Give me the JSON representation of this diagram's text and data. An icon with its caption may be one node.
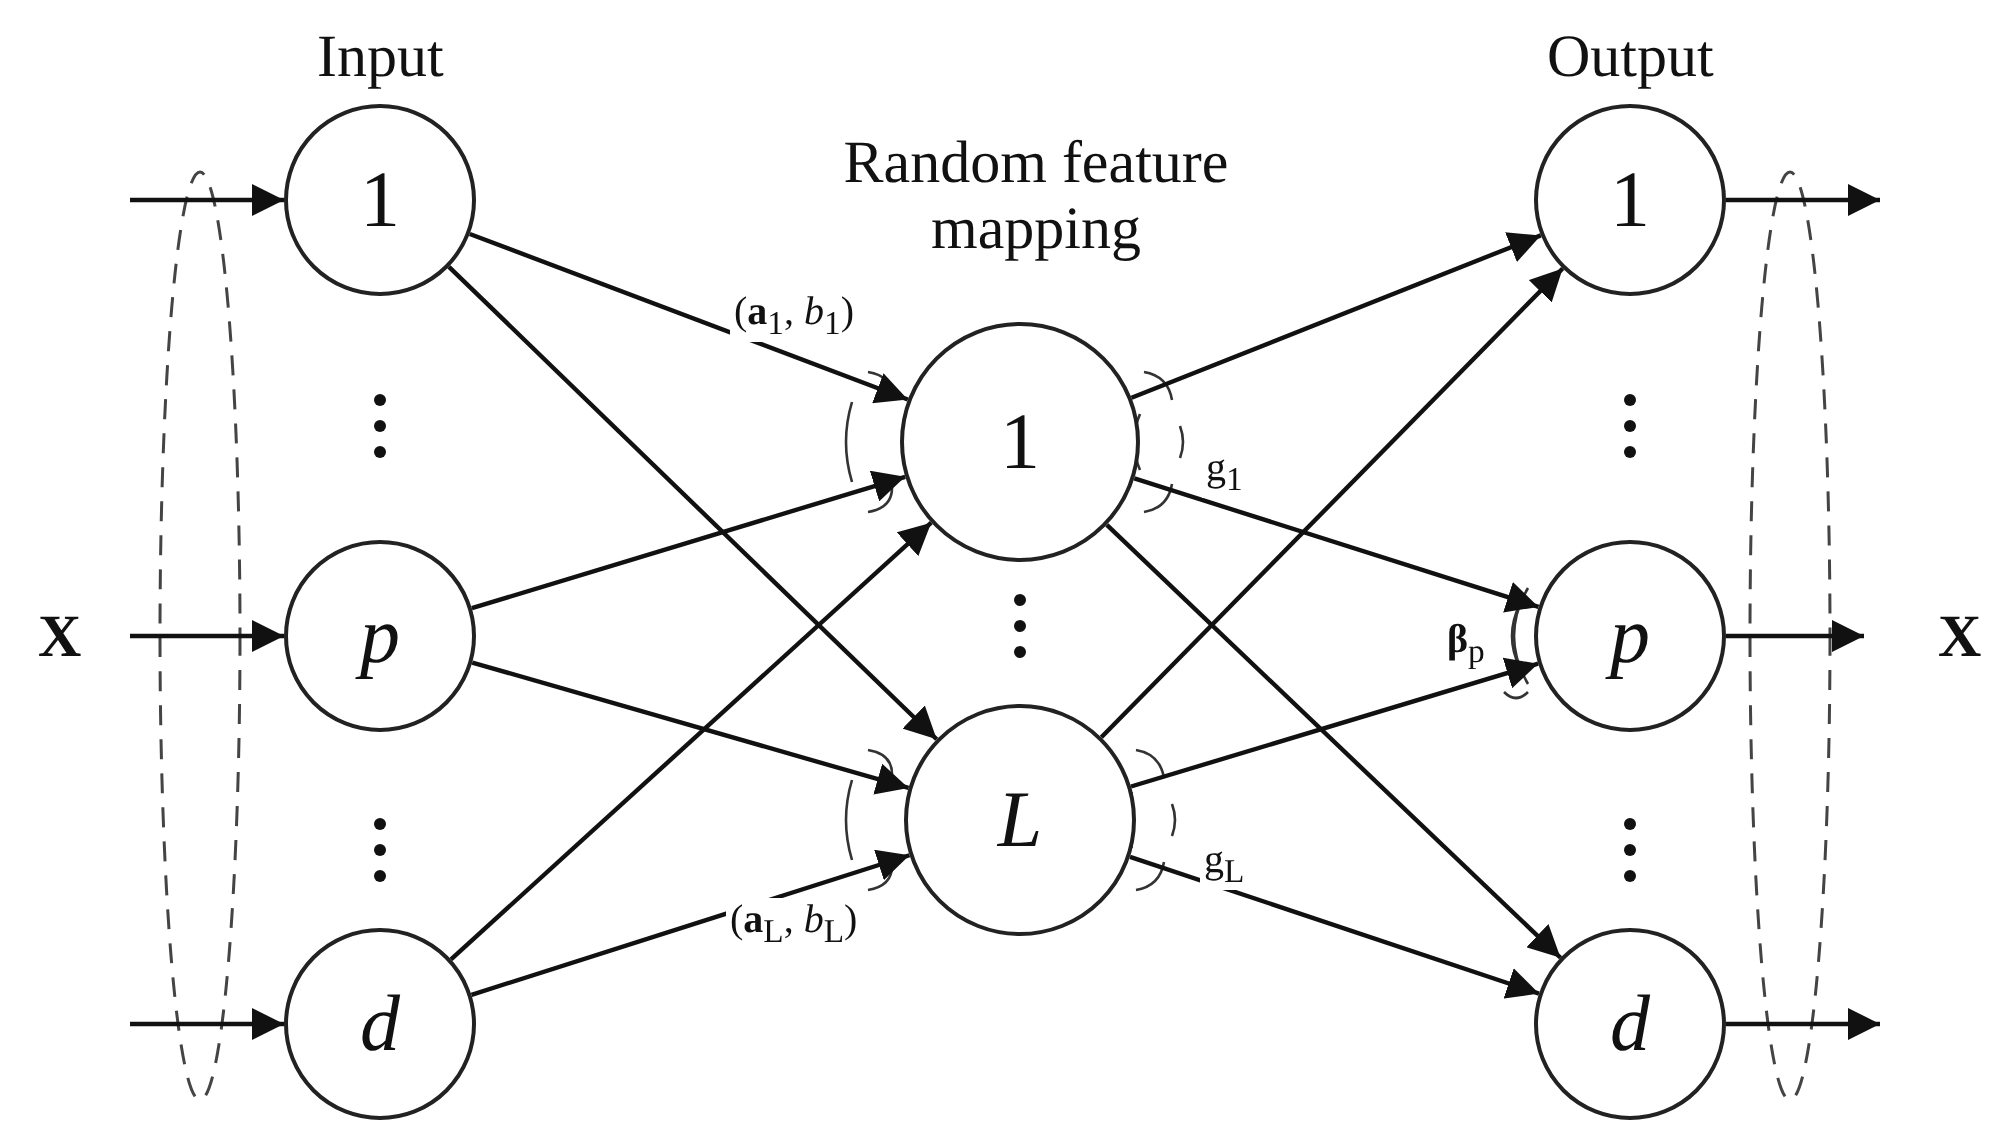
{
  "diagram": {
    "nodes": [
      {
        "text": [
          "1"
        ]
      },
      {
        "text": [
          "p"
        ]
      },
      {
        "text": [
          "d"
        ]
      },
      {
        "text": [
          "1"
        ]
      },
      {
        "text": [
          "L"
        ]
      },
      {
        "text": [
          "1"
        ]
      },
      {
        "text": [
          "p"
        ]
      },
      {
        "text": [
          "d"
        ]
      }
    ],
    "edges": [
      {
        "from": null,
        "to": 0,
        "arrow": "to"
      },
      {
        "from": null,
        "to": 1,
        "arrow": "to"
      },
      {
        "from": null,
        "to": 2,
        "arrow": "to"
      },
      {
        "from": 0,
        "to": 3,
        "arrow": "to"
      },
      {
        "from": 0,
        "to": 4,
        "arrow": "to"
      },
      {
        "from": 1,
        "to": 3,
        "arrow": "to"
      },
      {
        "from": 1,
        "to": 4,
        "arrow": "to"
      },
      {
        "from": 2,
        "to": 3,
        "arrow": "to"
      },
      {
        "from": 2,
        "to": 4,
        "arrow": "to"
      },
      {
        "from": 3,
        "to": 5,
        "arrow": "to"
      },
      {
        "from": 3,
        "to": 6,
        "arrow": "to"
      },
      {
        "from": 3,
        "to": 7,
        "arrow": "to"
      },
      {
        "from": 4,
        "to": 5,
        "arrow": "to"
      },
      {
        "from": 4,
        "to": 6,
        "arrow": "to"
      },
      {
        "from": 4,
        "to": 7,
        "arrow": "to"
      },
      {
        "from": 5,
        "to": null,
        "arrow": "to"
      },
      {
        "from": 6,
        "to": null,
        "arrow": "to"
      },
      {
        "from": 7,
        "to": null,
        "arrow": "to"
      }
    ],
    "labels": [
      "Input",
      "Random feature mapping",
      "Output",
      "X",
      "(**a**$_{1}$, *b*$_{1}$)",
      "g$_{1}$",
      "**β**$_{p}$",
      "(**a**$_{L}$, *b*$_{L}$)",
      "g$_{L}$",
      "X"
    ]
  }
}
